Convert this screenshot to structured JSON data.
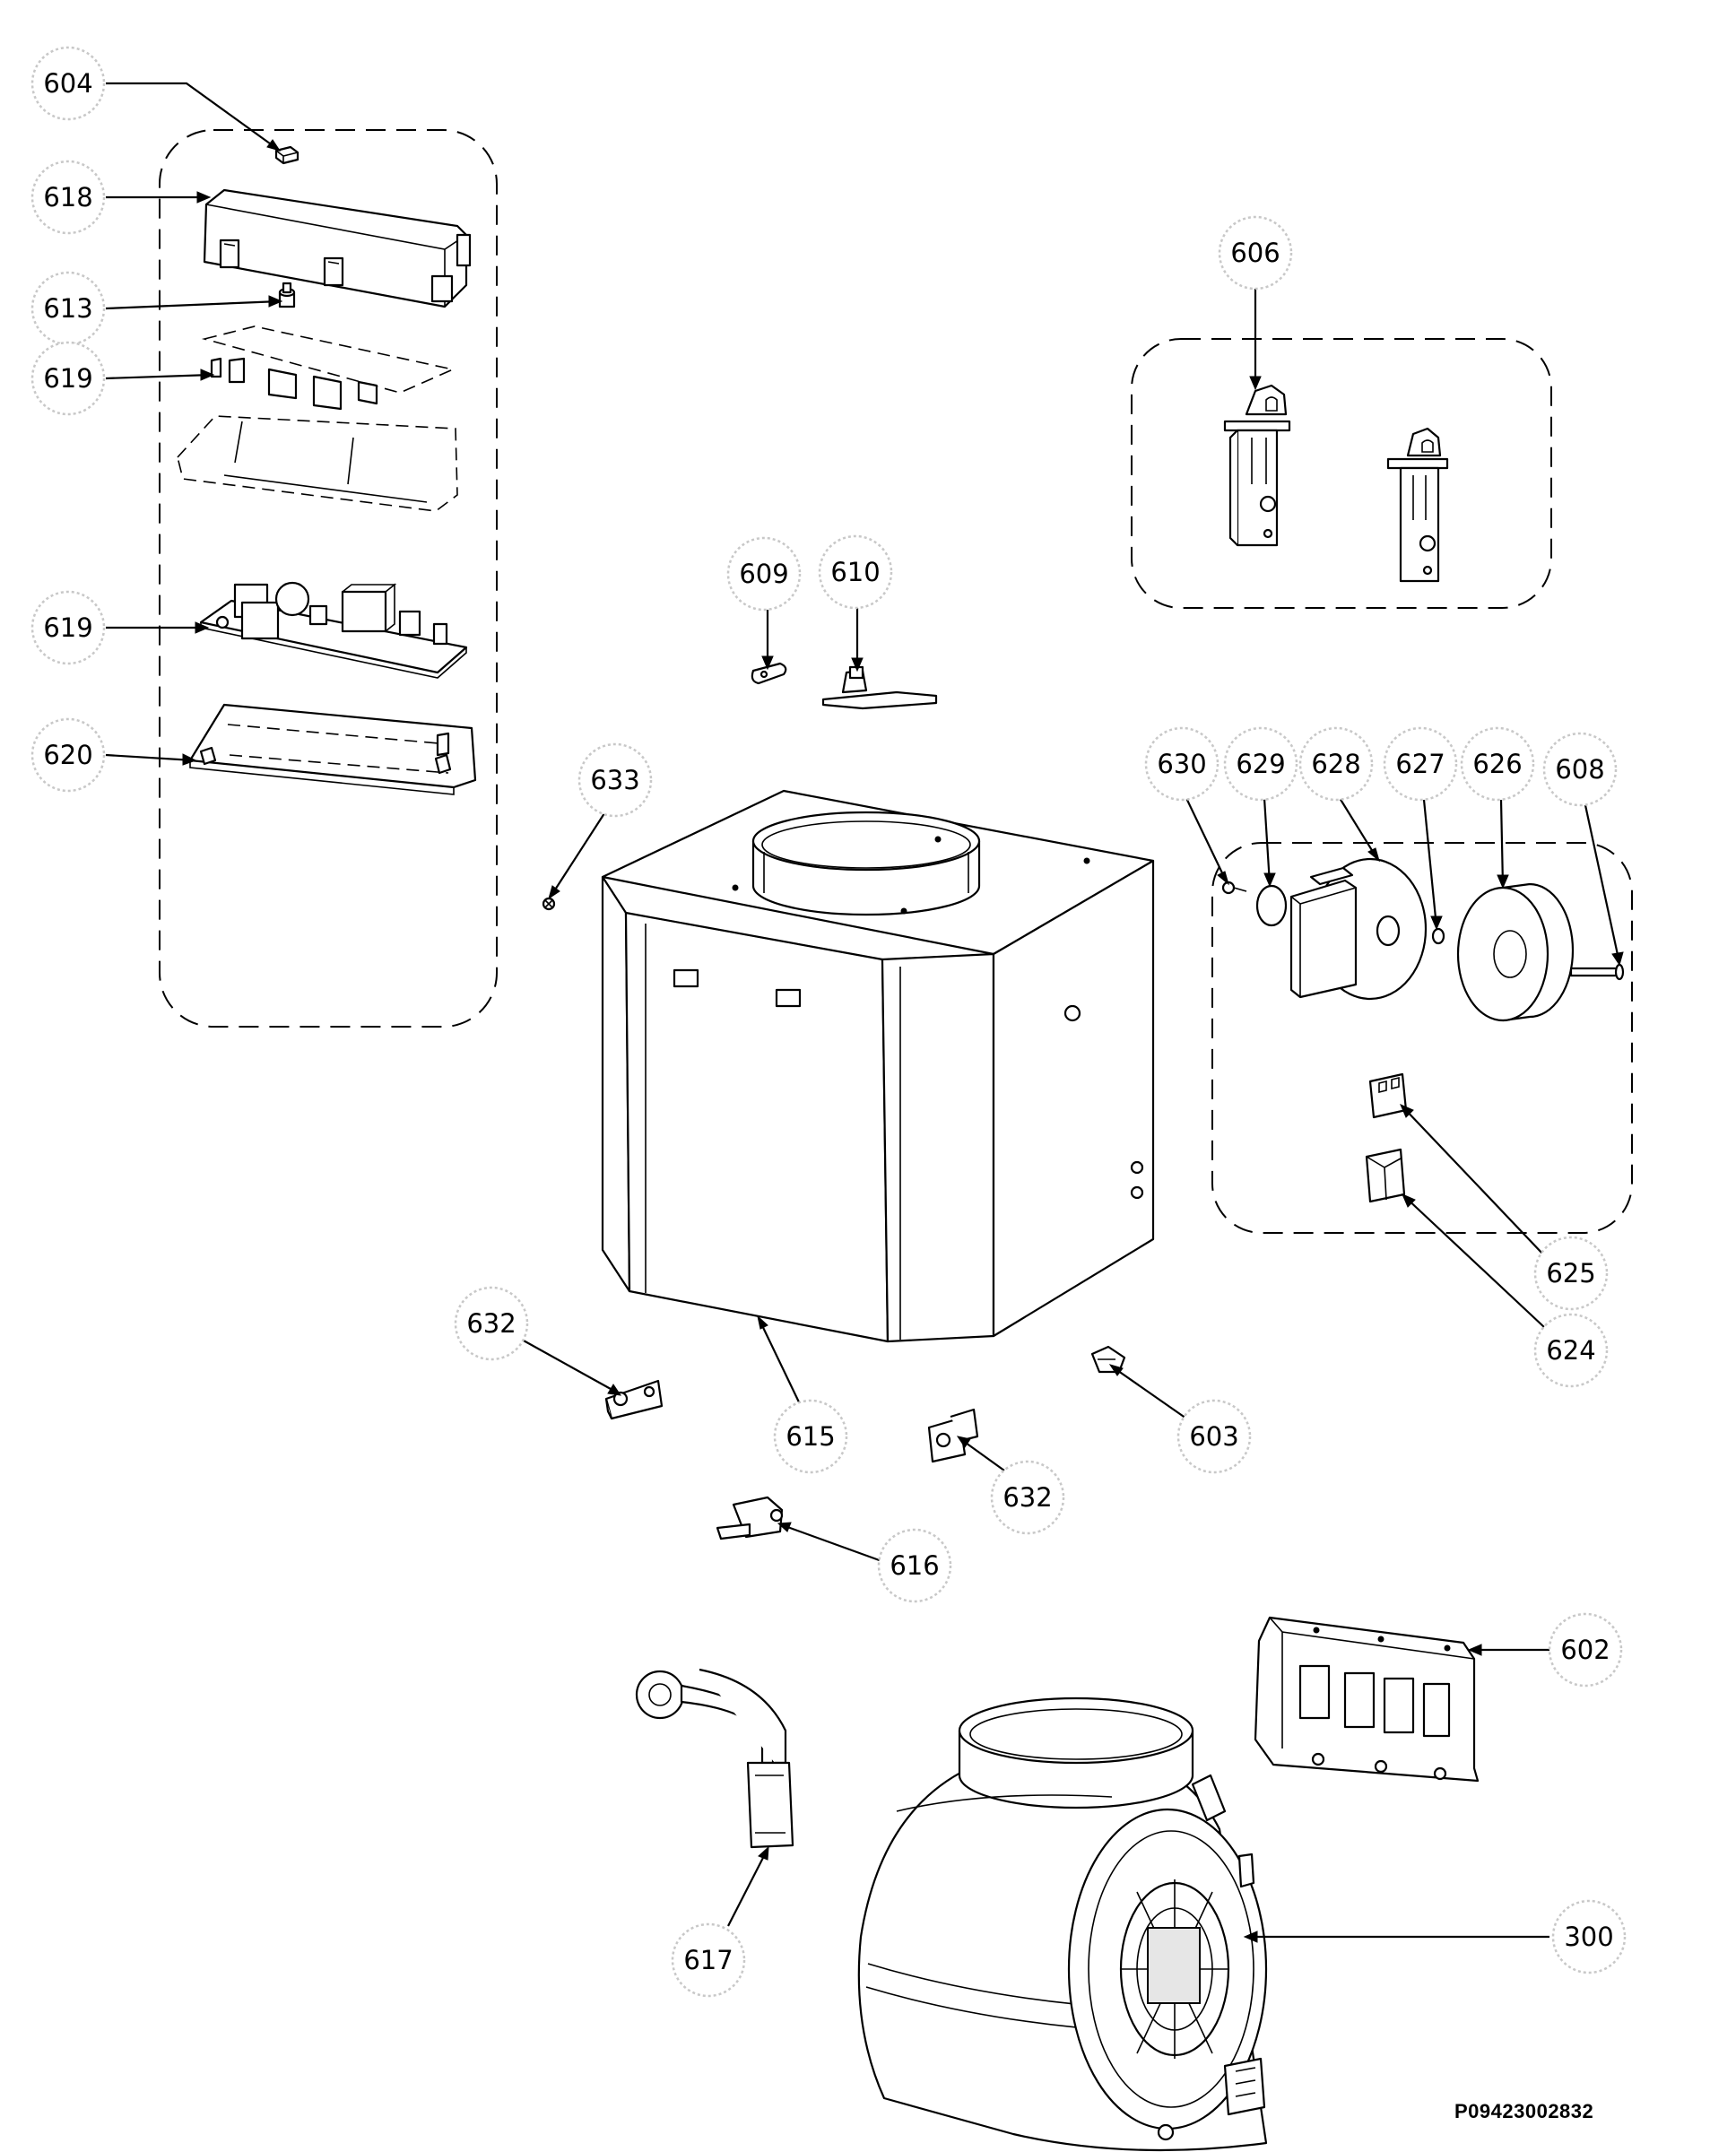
{
  "reference_code": "P09423002832",
  "callouts": [
    {
      "label": "604"
    },
    {
      "label": "618"
    },
    {
      "label": "613"
    },
    {
      "label": "619"
    },
    {
      "label": "619"
    },
    {
      "label": "620"
    },
    {
      "label": "606"
    },
    {
      "label": "609"
    },
    {
      "label": "610"
    },
    {
      "label": "633"
    },
    {
      "label": "630"
    },
    {
      "label": "629"
    },
    {
      "label": "628"
    },
    {
      "label": "627"
    },
    {
      "label": "626"
    },
    {
      "label": "608"
    },
    {
      "label": "625"
    },
    {
      "label": "624"
    },
    {
      "label": "632"
    },
    {
      "label": "615"
    },
    {
      "label": "603"
    },
    {
      "label": "632"
    },
    {
      "label": "616"
    },
    {
      "label": "602"
    },
    {
      "label": "617"
    },
    {
      "label": "300"
    }
  ]
}
